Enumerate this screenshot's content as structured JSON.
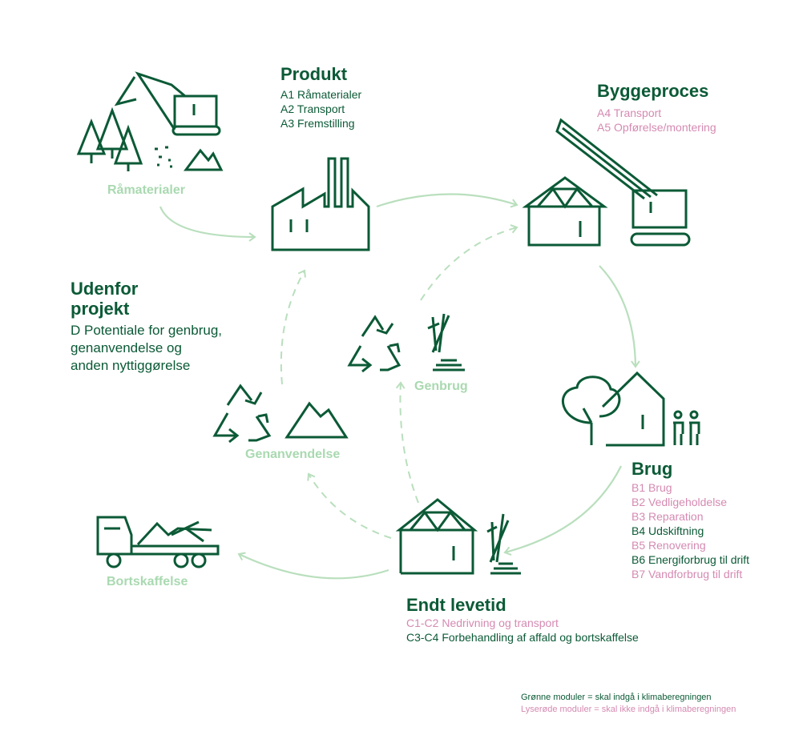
{
  "colors": {
    "dark_green": "#0b5a36",
    "light_green": "#a9d9b0",
    "pink": "#d58ab2"
  },
  "stages": {
    "produkt": {
      "title": "Produkt",
      "items": [
        {
          "text": "A1 Råmaterialer",
          "tone": "green"
        },
        {
          "text": "A2 Transport",
          "tone": "green"
        },
        {
          "text": "A3 Fremstilling",
          "tone": "green"
        }
      ]
    },
    "byggeproces": {
      "title": "Byggeproces",
      "items": [
        {
          "text": "A4 Transport",
          "tone": "pink"
        },
        {
          "text": "A5 Opførelse/montering",
          "tone": "pink"
        }
      ]
    },
    "brug": {
      "title": "Brug",
      "items": [
        {
          "text": "B1 Brug",
          "tone": "pink"
        },
        {
          "text": "B2 Vedligeholdelse",
          "tone": "pink"
        },
        {
          "text": "B3 Reparation",
          "tone": "pink"
        },
        {
          "text": "B4 Udskiftning",
          "tone": "green"
        },
        {
          "text": "B5 Renovering",
          "tone": "pink"
        },
        {
          "text": "B6 Energiforbrug til drift",
          "tone": "green"
        },
        {
          "text": "B7 Vandforbrug til drift",
          "tone": "pink"
        }
      ]
    },
    "endt_levetid": {
      "title": "Endt levetid",
      "items": [
        {
          "text": "C1-C2 Nedrivning og transport",
          "tone": "pink"
        },
        {
          "text": "C3-C4 Forbehandling af affald og bortskaffelse",
          "tone": "green"
        }
      ]
    },
    "udenfor": {
      "title_line1": "Udenfor",
      "title_line2": "projekt",
      "text_line1": "D Potentiale for genbrug,",
      "text_line2": "genanvendelse og",
      "text_line3": "anden nyttiggørelse"
    }
  },
  "labels": {
    "raamaterialer": "Råmaterialer",
    "genbrug": "Genbrug",
    "genanvendelse": "Genanvendelse",
    "bortskaffelse": "Bortskaffelse"
  },
  "legend": {
    "green": "Grønne moduler = skal indgå i klimaberegningen",
    "pink": "Lyserøde moduler = skal ikke indgå i klimaberegningen"
  },
  "icons": [
    "excavator-icon",
    "tree-icon",
    "mountain-icon",
    "factory-icon",
    "crane-icon",
    "house-truss-icon",
    "house-icon",
    "people-icon",
    "recycle-icon",
    "bricks-icon",
    "truck-icon"
  ]
}
